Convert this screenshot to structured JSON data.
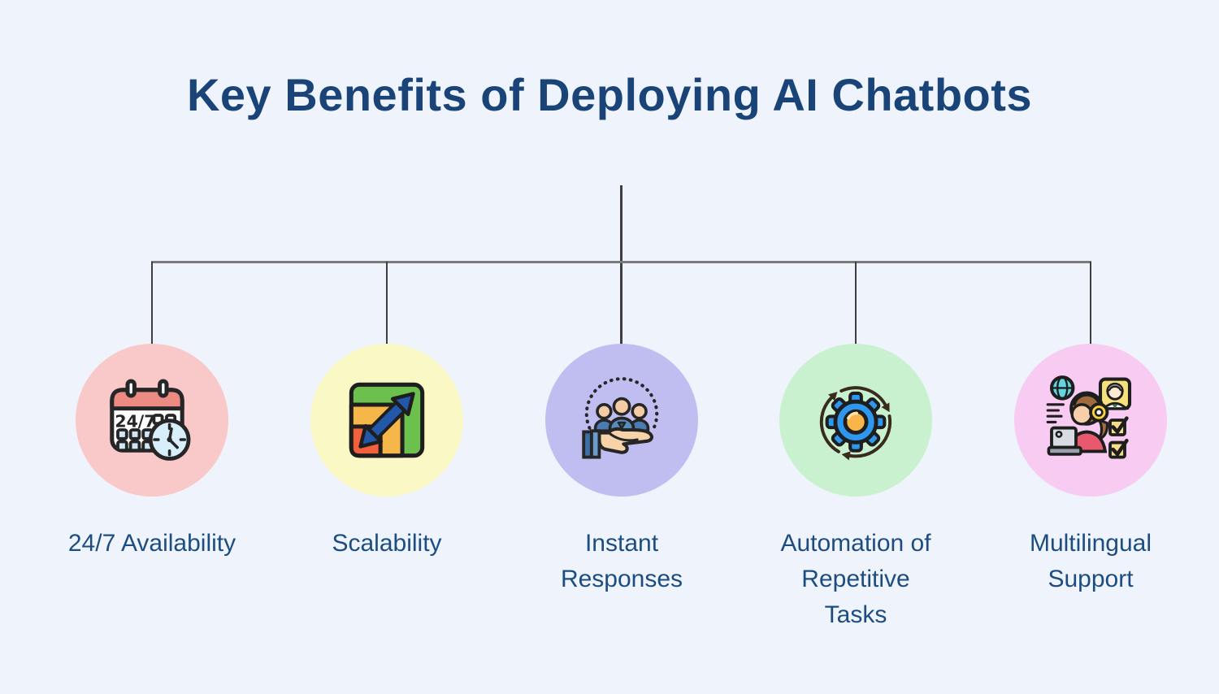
{
  "page": {
    "title": "Key Benefits of Deploying AI Chatbots",
    "title_color": "#1a4478",
    "background_color": "#eff4fc",
    "label_color": "#1d4d80",
    "connector_color": "#3f3f3f"
  },
  "benefits": [
    {
      "label": "24/7 Availability",
      "icon": "calendar-24-7-clock-icon",
      "circle_color": "#f9c8c8",
      "calendar_text": "24/7"
    },
    {
      "label": "Scalability",
      "icon": "scalability-growth-arrow-icon",
      "circle_color": "#faf9c6"
    },
    {
      "label": "Instant\nResponses",
      "icon": "hand-holding-people-icon",
      "circle_color": "#c0bef1"
    },
    {
      "label": "Automation of\nRepetitive\nTasks",
      "icon": "gear-rotation-arrows-icon",
      "circle_color": "#c9f1d0"
    },
    {
      "label": "Multilingual\nSupport",
      "icon": "support-agent-globe-checklist-icon",
      "circle_color": "#f7cbf2"
    }
  ]
}
